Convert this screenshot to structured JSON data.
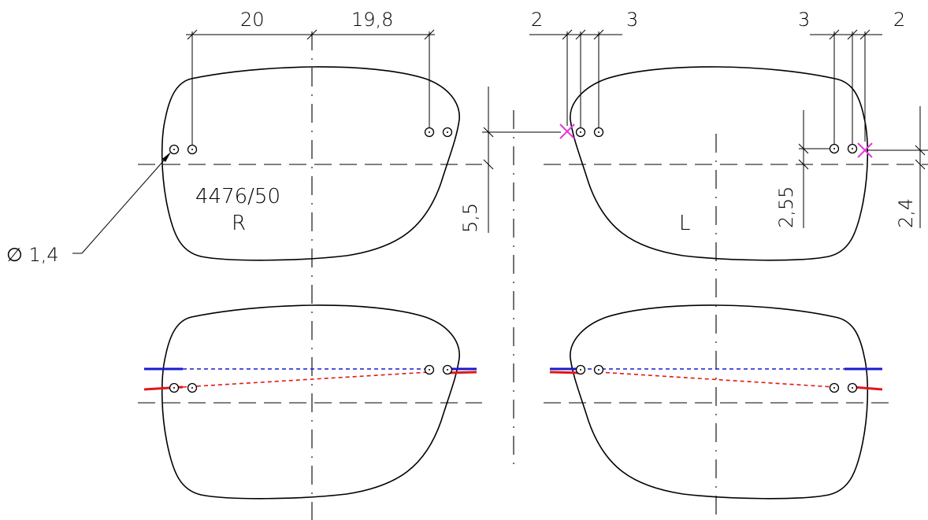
{
  "drawing": {
    "dimensions": {
      "right_inner_hole_offset": "20",
      "right_outer_hole_offset": "19,8",
      "left_nasal_gap": "2",
      "left_nasal_spacing": "3",
      "left_temple_spacing": "3",
      "left_temple_gap": "2",
      "nasal_vertical": "5,5",
      "temple_vertical_a": "2,55",
      "temple_vertical_b": "2,4",
      "hole_diameter": "∅ 1,4"
    },
    "lens_labels": {
      "model": "4476/50",
      "right": "R",
      "left": "L"
    },
    "colors": {
      "outline": "#000000",
      "blue_line": "#1a1acc",
      "red_line": "#e01818",
      "marker": "#e23ad6"
    }
  }
}
